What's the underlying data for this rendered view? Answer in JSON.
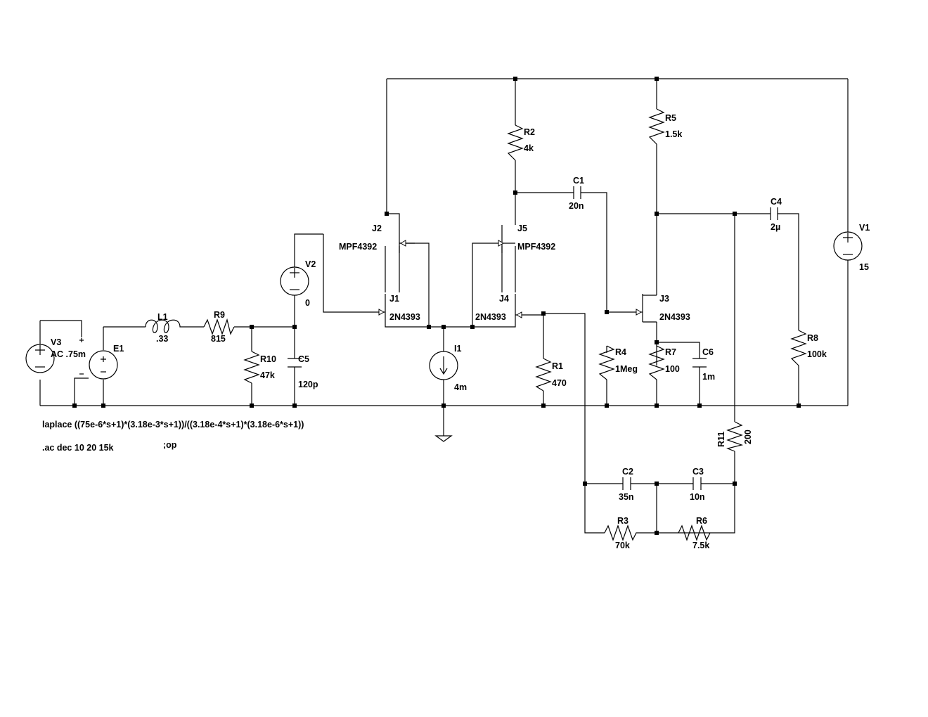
{
  "components": {
    "J1": {
      "ref": "J1",
      "model": "2N4393"
    },
    "J2": {
      "ref": "J2",
      "model": "MPF4392"
    },
    "J3": {
      "ref": "J3",
      "model": "2N4393"
    },
    "J4": {
      "ref": "J4",
      "model": "2N4393"
    },
    "J5": {
      "ref": "J5",
      "model": "MPF4392"
    },
    "R1": {
      "ref": "R1",
      "value": "470"
    },
    "R2": {
      "ref": "R2",
      "value": "4k"
    },
    "R3": {
      "ref": "R3",
      "value": "70k"
    },
    "R4": {
      "ref": "R4",
      "value": "1Meg"
    },
    "R5": {
      "ref": "R5",
      "value": "1.5k"
    },
    "R6": {
      "ref": "R6",
      "value": "7.5k"
    },
    "R7": {
      "ref": "R7",
      "value": "100"
    },
    "R8": {
      "ref": "R8",
      "value": "100k"
    },
    "R9": {
      "ref": "R9",
      "value": "815"
    },
    "R10": {
      "ref": "R10",
      "value": "47k"
    },
    "R11": {
      "ref": "R11",
      "value": "200"
    },
    "C1": {
      "ref": "C1",
      "value": "20n"
    },
    "C2": {
      "ref": "C2",
      "value": "35n"
    },
    "C3": {
      "ref": "C3",
      "value": "10n"
    },
    "C4": {
      "ref": "C4",
      "value": "2µ"
    },
    "C5": {
      "ref": "C5",
      "value": "120p"
    },
    "C6": {
      "ref": "C6",
      "value": "1m"
    },
    "L1": {
      "ref": "L1",
      "value": ".33"
    },
    "V1": {
      "ref": "V1",
      "value": "15"
    },
    "V2": {
      "ref": "V2",
      "value": "0"
    },
    "V3": {
      "ref": "V3",
      "value": "AC .75m"
    },
    "I1": {
      "ref": "I1",
      "value": "4m"
    },
    "E1": {
      "ref": "E1"
    }
  },
  "directives": {
    "laplace": "laplace ((75e-6*s+1)*(3.18e-3*s+1))/((3.18e-4*s+1)*(3.18e-6*s+1))",
    "ac": ".ac dec 10 20 15k",
    "op": ";op"
  }
}
